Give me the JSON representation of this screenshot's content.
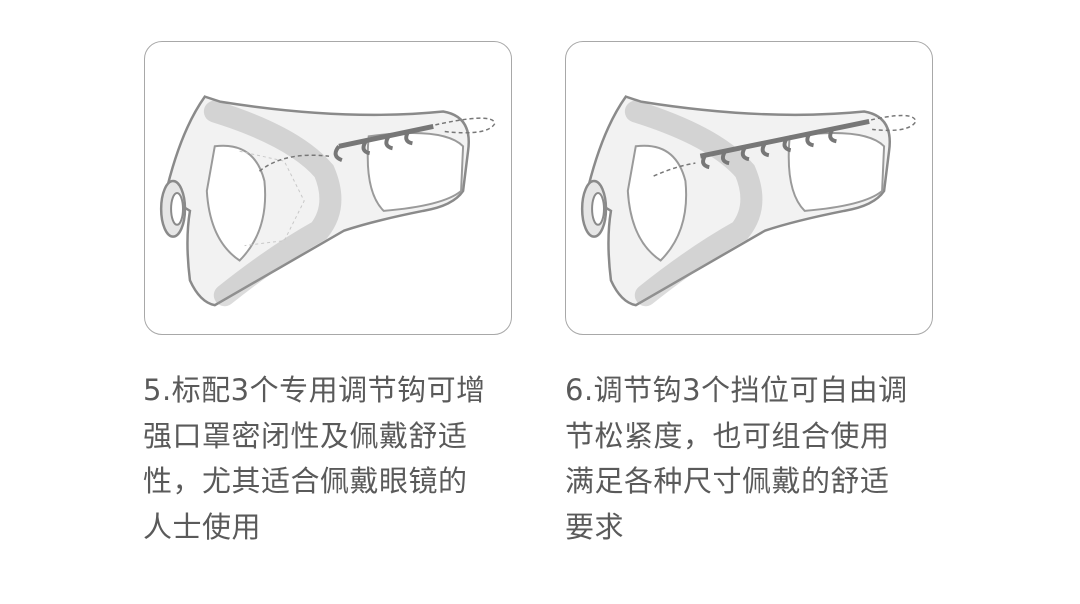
{
  "items": [
    {
      "illustration": "mask-with-3-adjustment-hooks",
      "caption_lines": [
        "5.标配3个专用调节钩可增",
        "强口罩密闭性及佩戴舒适",
        "性，尤其适合佩戴眼镜的",
        "人士使用"
      ]
    },
    {
      "illustration": "mask-with-combined-adjustment-hooks",
      "caption_lines": [
        "6.调节钩3个挡位可自由调",
        "节松紧度，也可组合使用",
        "满足各种尺寸佩戴的舒适",
        "要求"
      ]
    }
  ]
}
